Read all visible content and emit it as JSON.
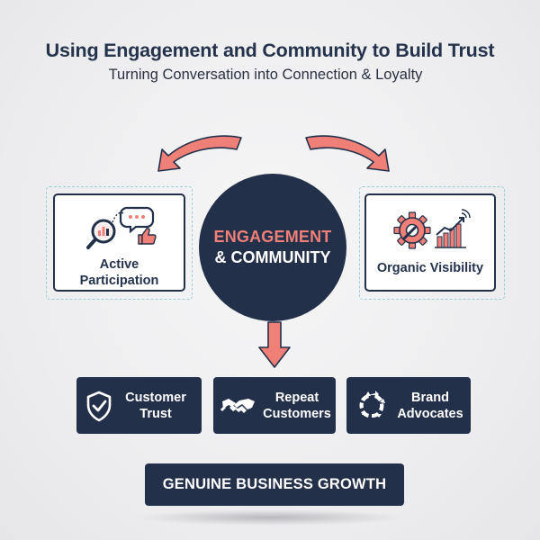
{
  "header": {
    "title": "Using Engagement and Community to Build Trust",
    "subtitle": "Turning Conversation into Connection & Loyalty"
  },
  "center": {
    "line1": "ENGAGEMENT",
    "line2": "& COMMUNITY"
  },
  "left_card": {
    "label_line1": "Active",
    "label_line2": "Participation",
    "icon": "magnifier-chat-like-icon"
  },
  "right_card": {
    "label": "Organic Visibility",
    "icon": "gear-growth-chart-icon"
  },
  "outcomes": [
    {
      "line1": "Customer",
      "line2": "Trust",
      "icon": "shield-check-icon"
    },
    {
      "line1": "Repeat",
      "line2": "Customers",
      "icon": "handshake-icon"
    },
    {
      "line1": "Brand",
      "line2": "Advocates",
      "icon": "cycle-arrows-icon"
    }
  ],
  "result": {
    "label": "GENUINE BUSINESS GROWTH"
  },
  "colors": {
    "navy": "#23304a",
    "coral": "#ef7f77",
    "dashed": "#9ccfd6",
    "bg": "#ececee"
  }
}
